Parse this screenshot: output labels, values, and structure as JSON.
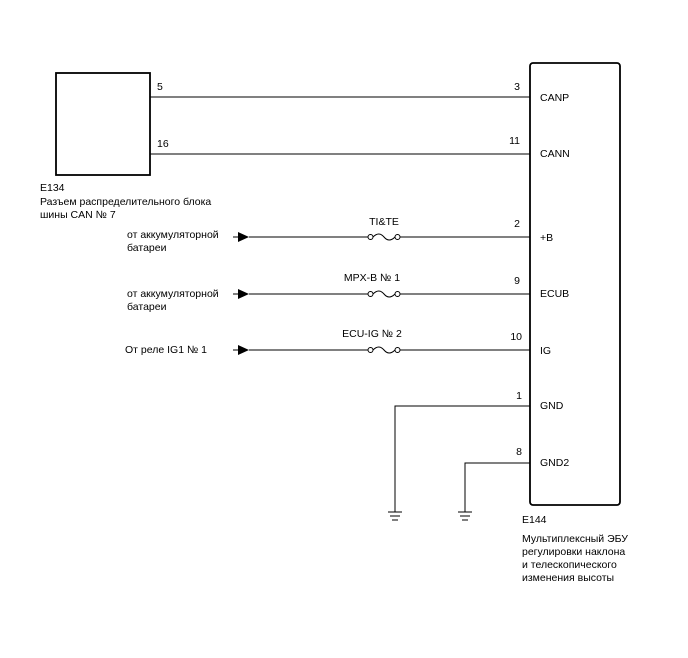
{
  "connector": {
    "id": "E134",
    "desc_line1": "Разъем распределительного блока",
    "desc_line2": "шины CAN № 7"
  },
  "ecu": {
    "id": "E144",
    "desc_line1": "Мультиплексный ЭБУ",
    "desc_line2": "регулировки наклона",
    "desc_line3": "и телескопического",
    "desc_line4": "изменения высоты"
  },
  "can_lines": [
    {
      "left_pin": "5",
      "ecu_pin": "3",
      "ecu_label": "CANP"
    },
    {
      "left_pin": "16",
      "ecu_pin": "11",
      "ecu_label": "CANN"
    }
  ],
  "power_lines": [
    {
      "source_line1": "от аккумуляторной",
      "source_line2": "батареи",
      "fuse": "TI&TE",
      "ecu_pin": "2",
      "ecu_label": "+B"
    },
    {
      "source_line1": "от аккумуляторной",
      "source_line2": "батареи",
      "fuse": "MPX-B № 1",
      "ecu_pin": "9",
      "ecu_label": "ECUB"
    },
    {
      "source_line1": "От реле IG1 № 1",
      "source_line2": "",
      "fuse": "ECU-IG № 2",
      "ecu_pin": "10",
      "ecu_label": "IG"
    }
  ],
  "ground_lines": [
    {
      "ecu_pin": "1",
      "ecu_label": "GND"
    },
    {
      "ecu_pin": "8",
      "ecu_label": "GND2"
    }
  ]
}
